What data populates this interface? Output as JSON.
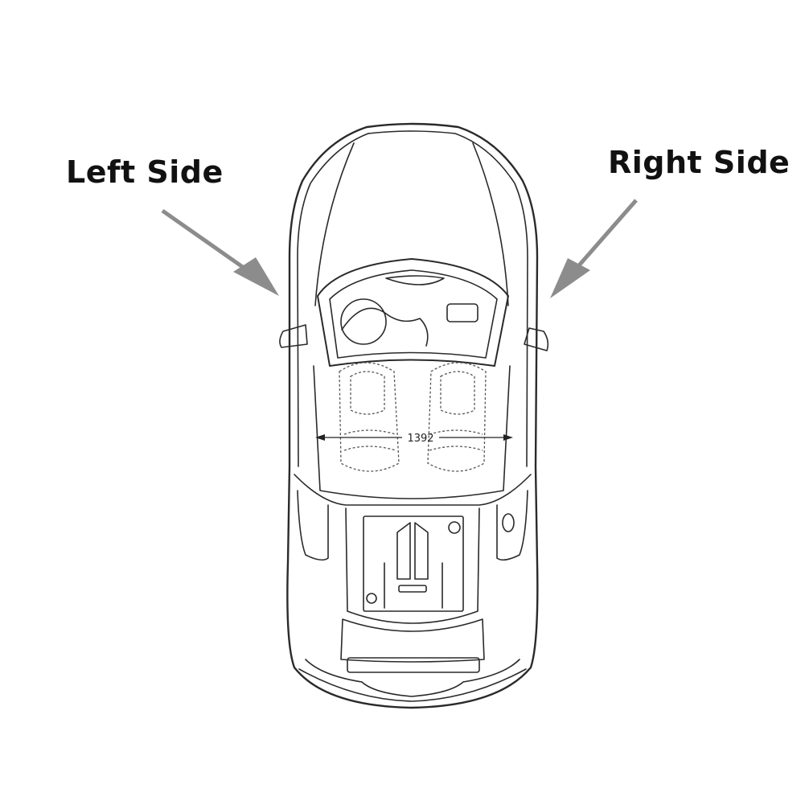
{
  "labels": {
    "left": "Left Side",
    "right": "Right Side"
  },
  "dimension": {
    "width_value": "1392"
  },
  "diagram": {
    "subject": "car top view line drawing",
    "arrow_color": "#8c8c8c",
    "line_color": "#2a2a2a",
    "label_color": "#111111",
    "icons": [
      "left-arrow-icon",
      "right-arrow-icon",
      "dimension-arrow-icon"
    ]
  }
}
